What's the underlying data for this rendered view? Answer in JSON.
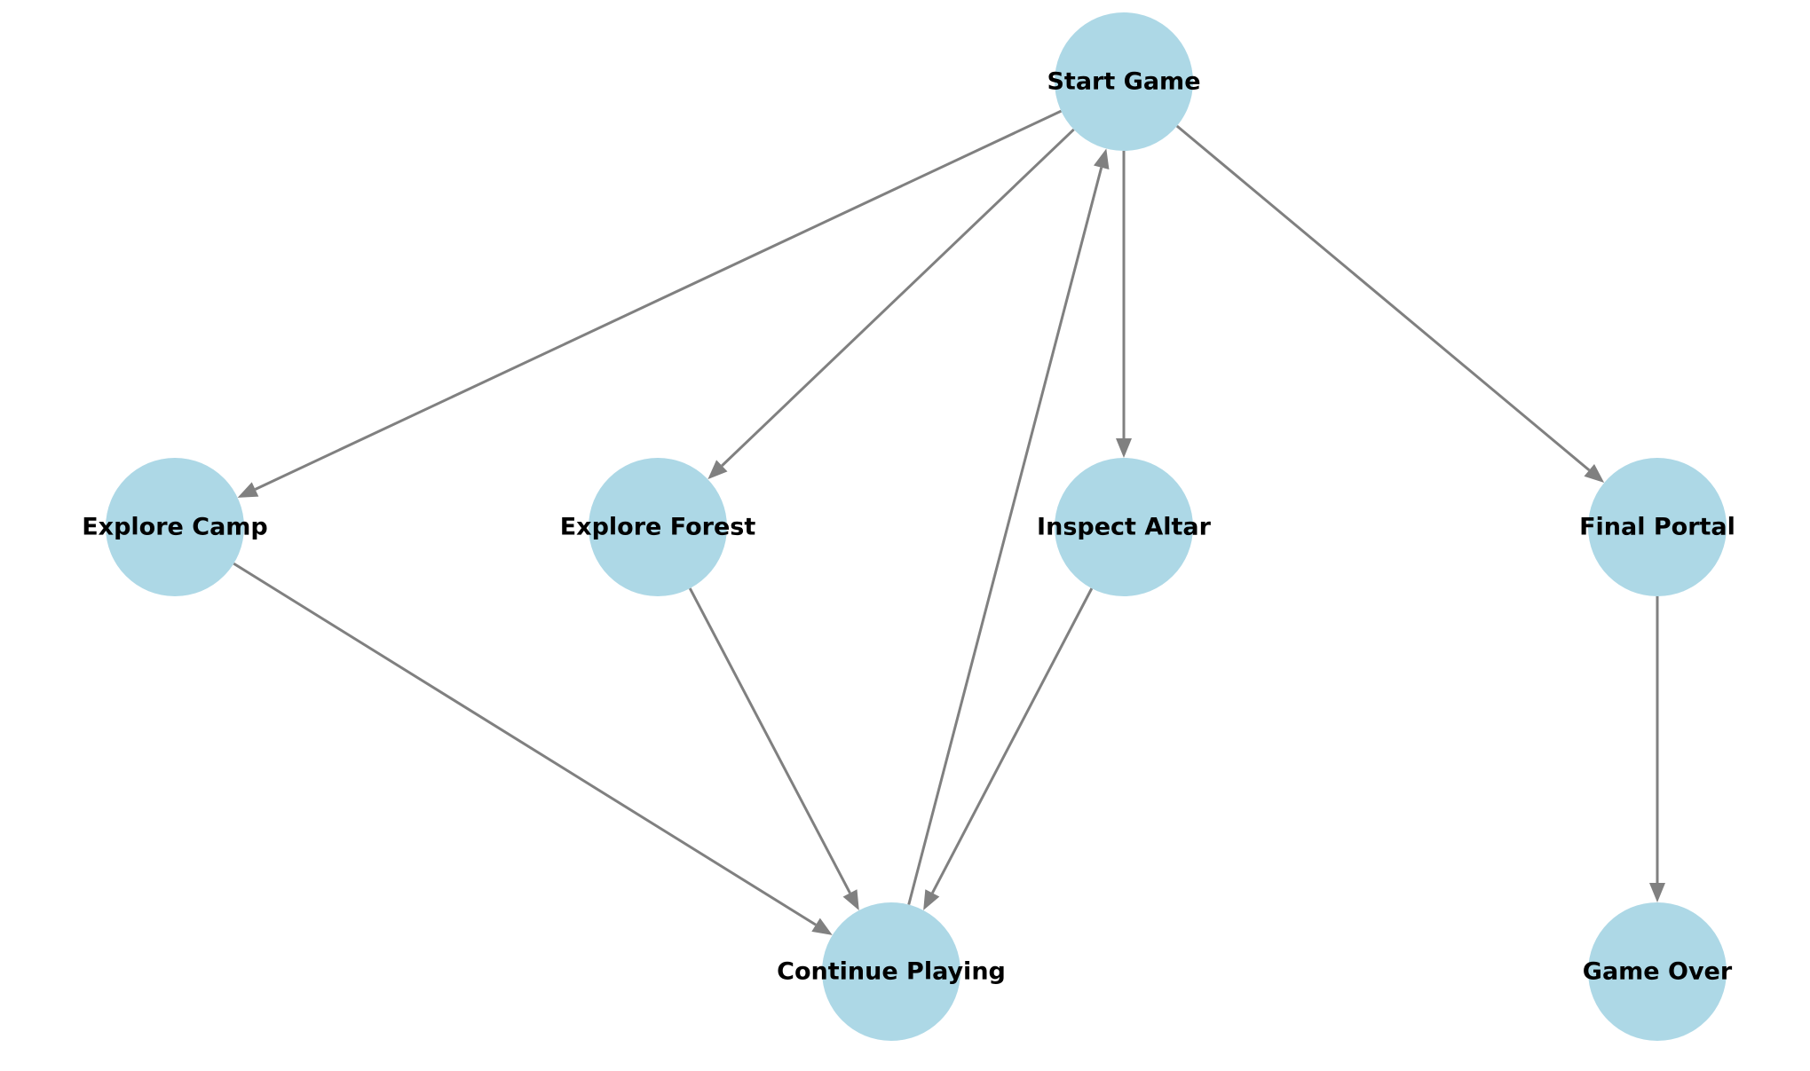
{
  "diagram": {
    "type": "directed-graph",
    "colors": {
      "node_fill": "#add8e6",
      "edge": "#808080",
      "label": "#000000",
      "background": "#ffffff"
    },
    "nodes": [
      {
        "id": "start",
        "label": "Start Game"
      },
      {
        "id": "camp",
        "label": "Explore Camp"
      },
      {
        "id": "forest",
        "label": "Explore Forest"
      },
      {
        "id": "altar",
        "label": "Inspect Altar"
      },
      {
        "id": "portal",
        "label": "Final Portal"
      },
      {
        "id": "continue",
        "label": "Continue Playing"
      },
      {
        "id": "gameover",
        "label": "Game Over"
      }
    ],
    "edges": [
      {
        "from": "start",
        "to": "camp"
      },
      {
        "from": "start",
        "to": "forest"
      },
      {
        "from": "start",
        "to": "altar"
      },
      {
        "from": "start",
        "to": "portal"
      },
      {
        "from": "camp",
        "to": "continue"
      },
      {
        "from": "forest",
        "to": "continue"
      },
      {
        "from": "altar",
        "to": "continue"
      },
      {
        "from": "continue",
        "to": "start"
      },
      {
        "from": "portal",
        "to": "gameover"
      }
    ]
  }
}
